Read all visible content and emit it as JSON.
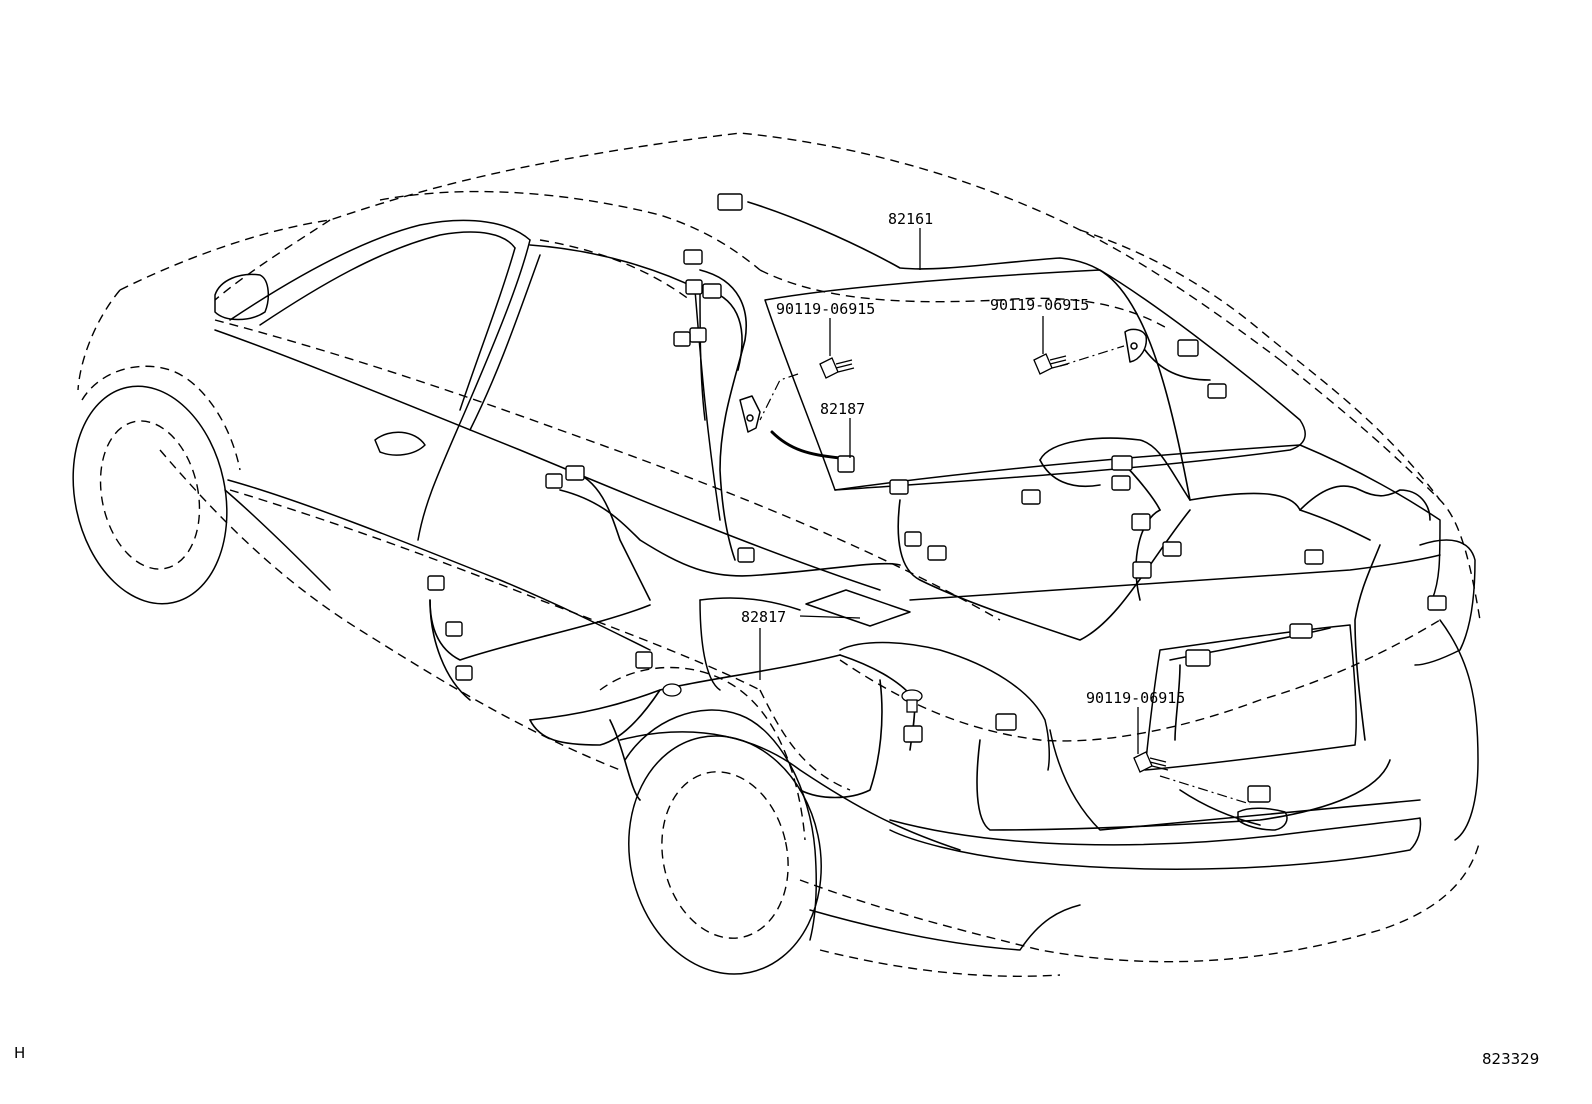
{
  "labels": {
    "harness_roof": "82161",
    "bolt_left": "90119-06915",
    "bolt_right": "90119-06915",
    "harness_quarter": "82187",
    "floor_harness": "82817",
    "bolt_rear": "90119-06915"
  },
  "footer": {
    "left_code": "H",
    "illustration_id": "823329"
  }
}
